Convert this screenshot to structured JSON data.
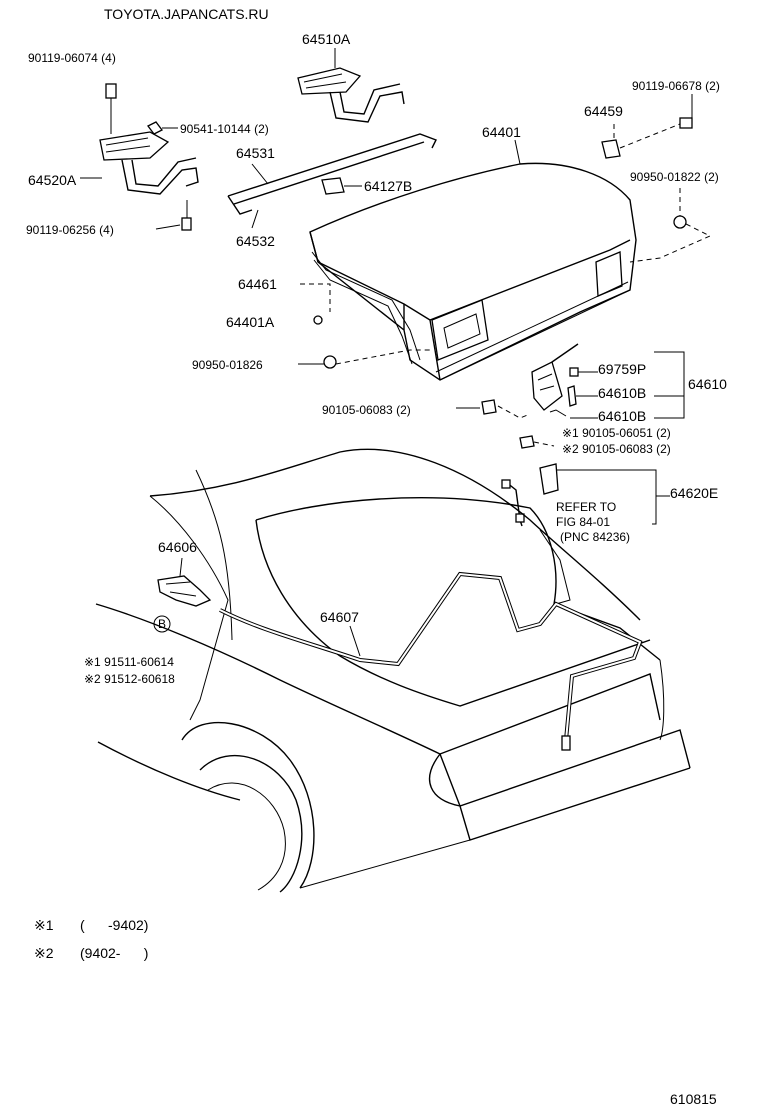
{
  "watermark": "TOYOTA.JAPANCATS.RU",
  "figure_number": "610815",
  "labels": {
    "p90119_06074": "90119-06074 (4)",
    "p64510A": "64510A",
    "p90119_06678": "90119-06678 (2)",
    "p90541_10144": "90541-10144 (2)",
    "p64401": "64401",
    "p64459": "64459",
    "p64531": "64531",
    "p64520A": "64520A",
    "p64127B": "64127B",
    "p90950_01822": "90950-01822 (2)",
    "p90119_06256": "90119-06256 (4)",
    "p64532": "64532",
    "p64461": "64461",
    "p64401A": "64401A",
    "p90950_01826": "90950-01826",
    "p69759P": "69759P",
    "p64610": "64610",
    "p64610B_1": "64610B",
    "p90105_06083": "90105-06083 (2)",
    "p64610B_2": "64610B",
    "p90105_06051_v1": "※1 90105-06051 (2)",
    "p90105_06083_v2": "※2 90105-06083 (2)",
    "p64620E": "64620E",
    "refer_line1": "REFER TO",
    "refer_line2": "FIG 84-01",
    "refer_line3": "(PNC 84236)",
    "p64606": "64606",
    "p64607": "64607",
    "circle_b": "B",
    "p91511_60614": "※1 91511-60614",
    "p91512_60618": "※2 91512-60618"
  },
  "legend": [
    {
      "mark": "※1",
      "range": "(      -9402)"
    },
    {
      "mark": "※2",
      "range": "(9402-      )"
    }
  ]
}
